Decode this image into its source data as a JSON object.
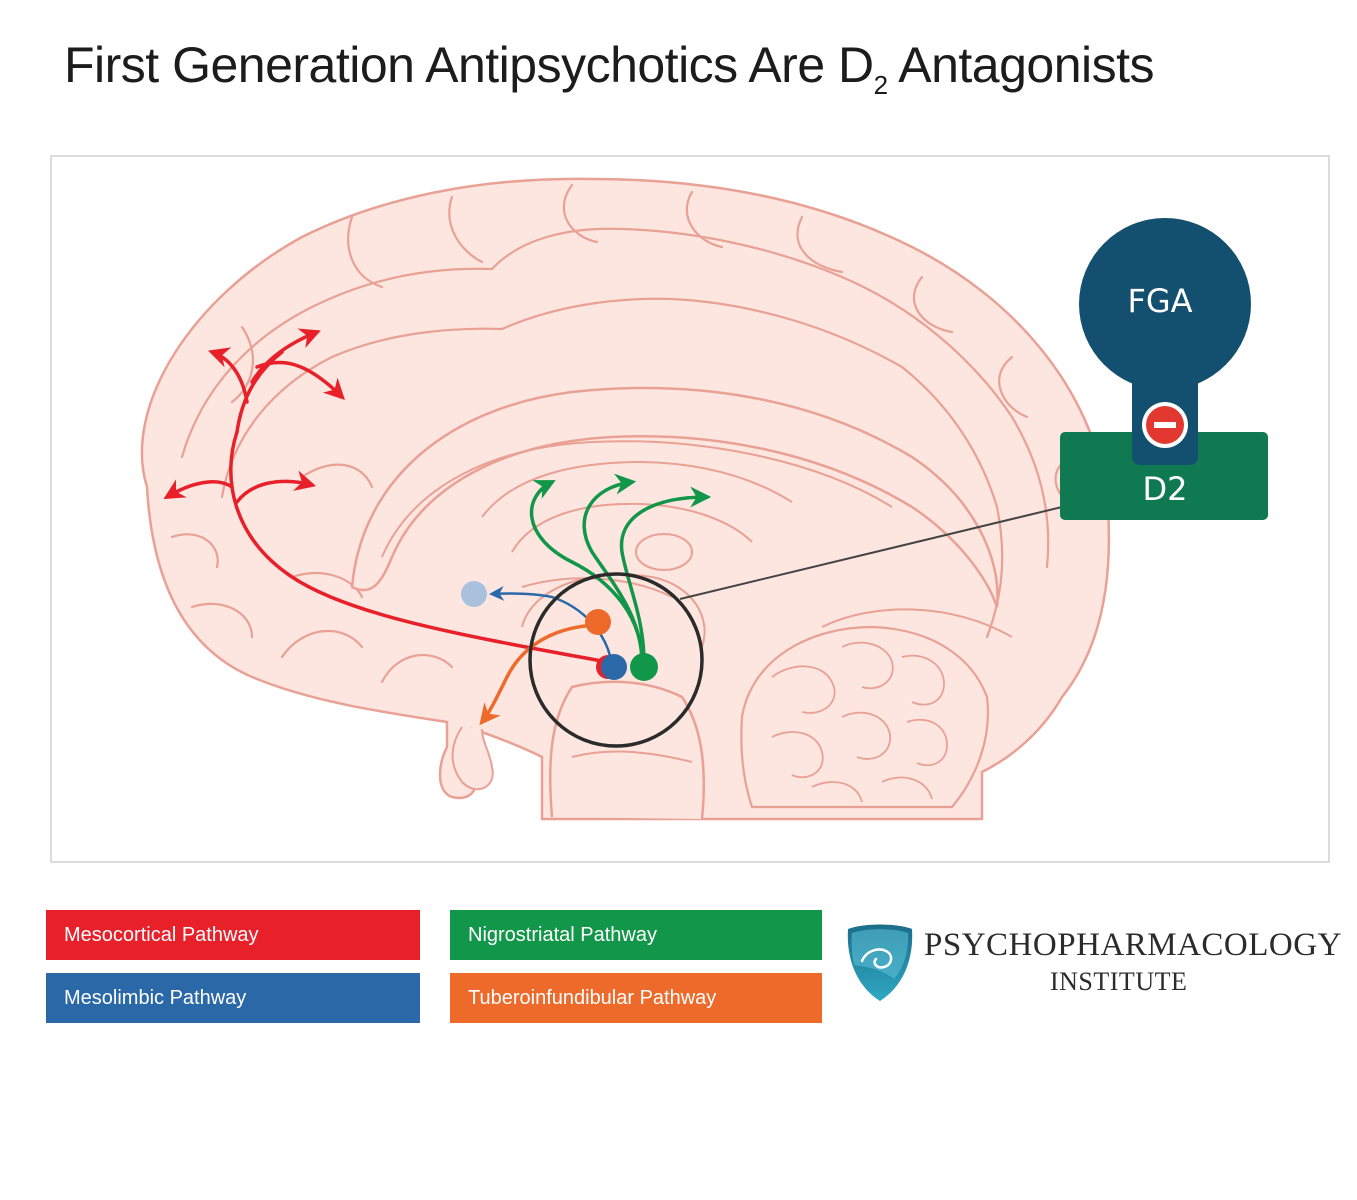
{
  "title": {
    "main": "First Generation Antipsychotics Are D",
    "subscript": "2",
    "suffix": " Antagonists"
  },
  "diagram": {
    "drug_label": "FGA",
    "receptor_label": "D2",
    "inhibition_symbol": "minus-icon"
  },
  "legend": [
    {
      "label": "Mesocortical Pathway",
      "color": "#e8202a"
    },
    {
      "label": "Mesolimbic Pathway",
      "color": "#2a68a8"
    },
    {
      "label": "Nigrostriatal Pathway",
      "color": "#12964a"
    },
    {
      "label": "Tuberoinfundibular Pathway",
      "color": "#ee6a2a"
    }
  ],
  "logo": {
    "line1": "PSYCHOPHARMACOLOGY",
    "line2": "INSTITUTE"
  },
  "colors": {
    "brain_fill": "#fde6e0",
    "brain_outline": "#e8a194",
    "fga": "#135070",
    "d2": "#0f7a52",
    "inhibitor": "#e2382f"
  }
}
